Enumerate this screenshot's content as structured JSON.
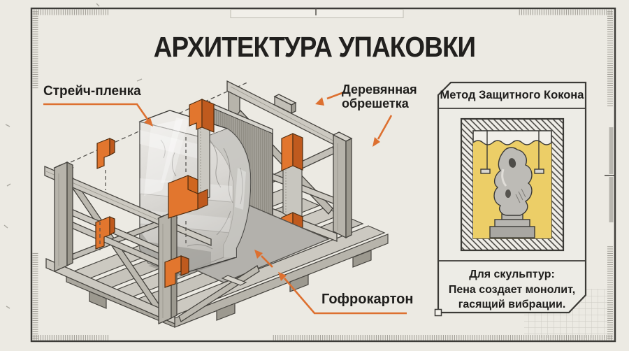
{
  "title": "АРХИТЕКТУРА УПАКОВКИ",
  "labels": {
    "stretch_film": "Стрейч-пленка",
    "crate_line1": "Деревянная",
    "crate_line2": "обрешетка",
    "cardboard": "Гофрокартон"
  },
  "panel": {
    "title": "Метод Защитного Кокона",
    "caption_line1": "Для скульптур:",
    "caption_line2": "Пена создает монолит,",
    "caption_line3": "гасящий вибрации."
  },
  "colors": {
    "paper": "#eceae3",
    "ink": "#21201e",
    "accent_orange": "#dd7030",
    "orange_dark": "#bf5a1e",
    "foam_yellow": "#ecce67",
    "wood_light": "#ccc9c1",
    "wood_mid": "#b7b4ab",
    "wood_dark": "#9c998f",
    "cardboard_gray": "#a5a29a",
    "marble_light": "#e8e6e2",
    "marble_dark": "#c4c2bd"
  }
}
